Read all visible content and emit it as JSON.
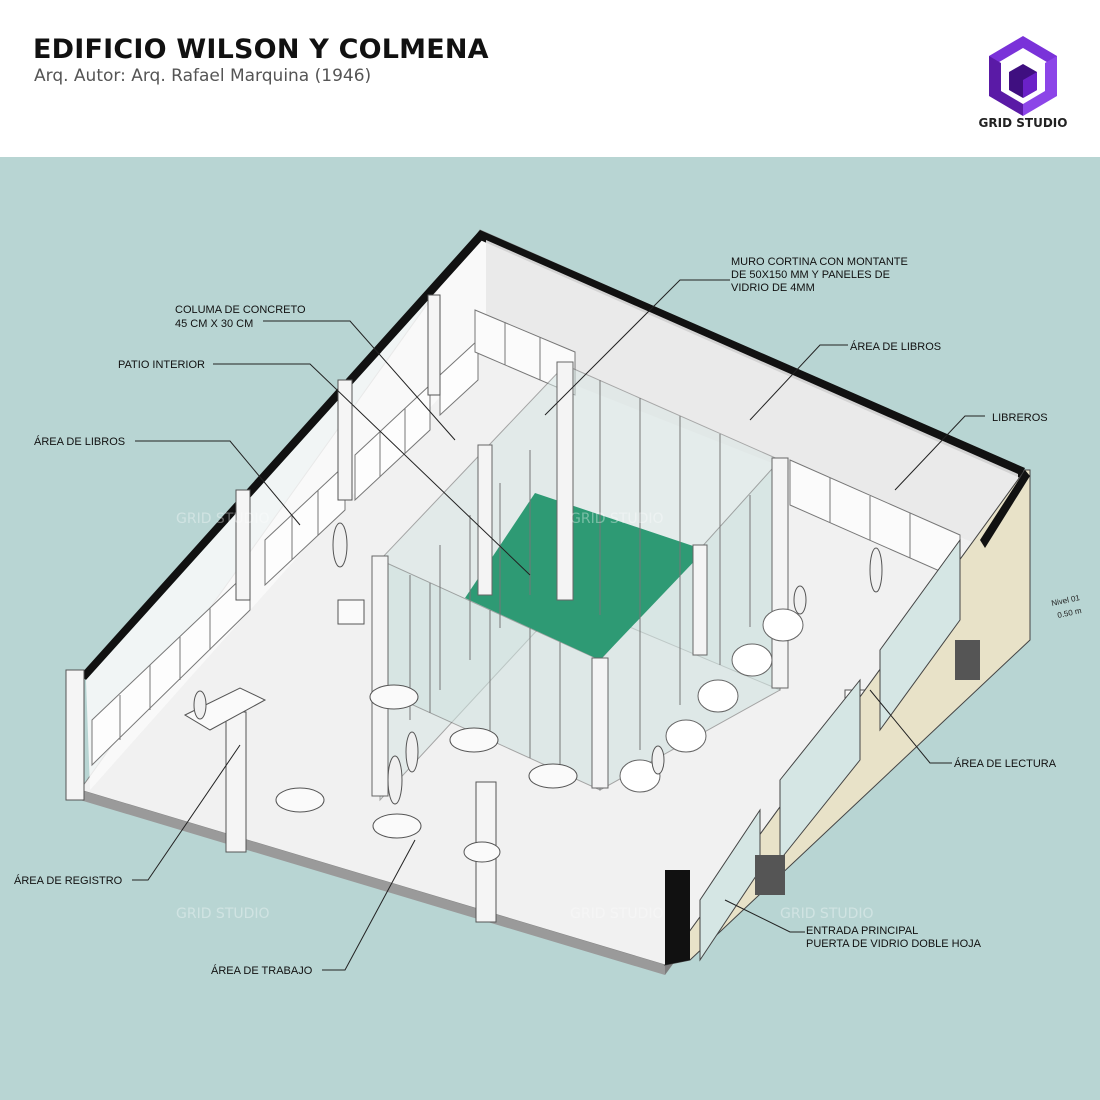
{
  "header": {
    "title": "EDIFICIO WILSON Y COLMENA",
    "subtitle": "Arq. Autor: Arq. Rafael Marquina (1946)"
  },
  "logo": {
    "text": "GRID STUDIO",
    "icon": "cube-logo-icon",
    "color": "#6b21c8"
  },
  "colors": {
    "background": "#b8d5d3",
    "floor": "#f2f2f2",
    "patio": "#2e9a74",
    "wall": "#111111",
    "facade": "#e8e2c8"
  },
  "labels": {
    "columna_line1": "COLUMA DE CONCRETO",
    "columna_line2": "45 CM X 30 CM",
    "patio": "PATIO INTERIOR",
    "libros_left": "ÁREA DE LIBROS",
    "registro": "ÁREA DE REGISTRO",
    "trabajo": "ÁREA DE TRABAJO",
    "muro_line1": "MURO CORTINA CON MONTANTE",
    "muro_line2": "DE 50X150 MM Y PANELES DE",
    "muro_line3": "VIDRIO DE 4MM",
    "libros_right": "ÁREA DE LIBROS",
    "libreros": "LIBREROS",
    "lectura": "ÁREA DE LECTURA",
    "entrada_line1": "ENTRADA PRINCIPAL",
    "entrada_line2": "PUERTA DE VIDRIO DOBLE HOJA",
    "nivel_line1": "Nivel 01",
    "nivel_line2": "0.50 m"
  },
  "watermark": "GRID STUDIO"
}
